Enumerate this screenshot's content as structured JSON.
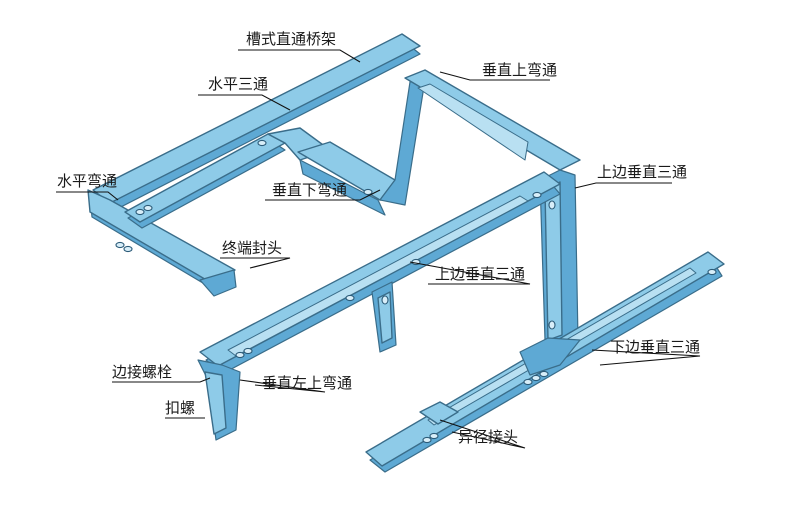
{
  "labels": {
    "straight_tray": "槽式直通桥架",
    "horizontal_tee": "水平三通",
    "vertical_up_bend": "垂直上弯通",
    "upper_side_vertical_tee_right": "上边垂直三通",
    "horizontal_bend": "水平弯通",
    "vertical_down_bend": "垂直下弯通",
    "end_cap": "终端封头",
    "upper_side_vertical_tee_mid": "上边垂直三通",
    "lower_side_vertical_tee": "下边垂直三通",
    "side_bolt": "边接螺栓",
    "vertical_left_up_bend": "垂直左上弯通",
    "clamp_screw": "扣螺",
    "reducer_joint": "异径接头"
  },
  "colors": {
    "tray_top": "#8ecbe8",
    "tray_side": "#5ea9d4",
    "tray_outline": "#3a6d8a",
    "leader_line": "#111111"
  }
}
